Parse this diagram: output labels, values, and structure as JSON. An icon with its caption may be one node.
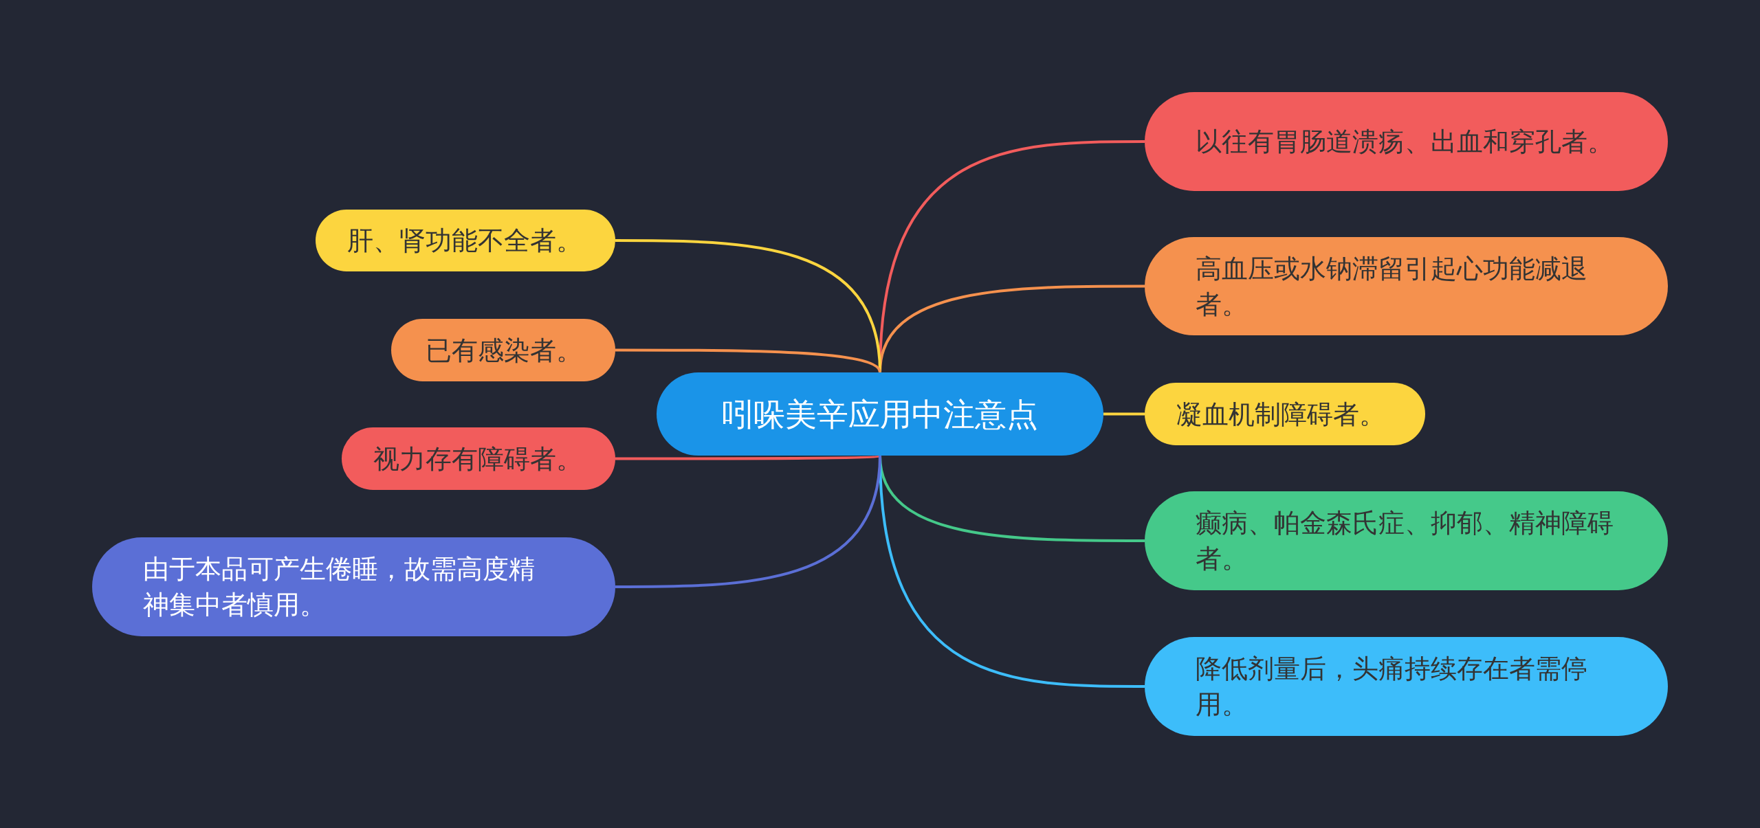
{
  "diagram": {
    "nodes": [
      {
        "text": [
          "吲哚美辛应用中注意点"
        ]
      },
      {
        "text": [
          "以往有胃肠道溃疡、出血和穿孔者。"
        ]
      },
      {
        "text": [
          "高血压或水钠滞留引起心功能减退者。"
        ]
      },
      {
        "text": [
          "凝血机制障碍者。"
        ]
      },
      {
        "text": [
          "癫病、帕金森氏症、抑郁、精神障碍者。"
        ]
      },
      {
        "text": [
          "降低剂量后，头痛持续存在者需停用。"
        ]
      },
      {
        "text": [
          "肝、肾功能不全者。"
        ]
      },
      {
        "text": [
          "已有感染者。"
        ]
      },
      {
        "text": [
          "视力存有障碍者。"
        ]
      },
      {
        "text": [
          "由于本品可产生倦睡，故需高度精神集中者慎用。"
        ]
      }
    ],
    "edges": [
      {
        "from": 0,
        "to": 1,
        "arrow": "none",
        "color": "#f25c5c"
      },
      {
        "from": 0,
        "to": 2,
        "arrow": "none",
        "color": "#f5914e"
      },
      {
        "from": 0,
        "to": 3,
        "arrow": "none",
        "color": "#fcd53f"
      },
      {
        "from": 0,
        "to": 4,
        "arrow": "none",
        "color": "#45c98a"
      },
      {
        "from": 0,
        "to": 5,
        "arrow": "none",
        "color": "#3dbdfa"
      },
      {
        "from": 0,
        "to": 6,
        "arrow": "none",
        "color": "#fcd53f"
      },
      {
        "from": 0,
        "to": 7,
        "arrow": "none",
        "color": "#f5914e"
      },
      {
        "from": 0,
        "to": 8,
        "arrow": "none",
        "color": "#f25c5c"
      },
      {
        "from": 0,
        "to": 9,
        "arrow": "none",
        "color": "#5b6fd6"
      }
    ]
  }
}
